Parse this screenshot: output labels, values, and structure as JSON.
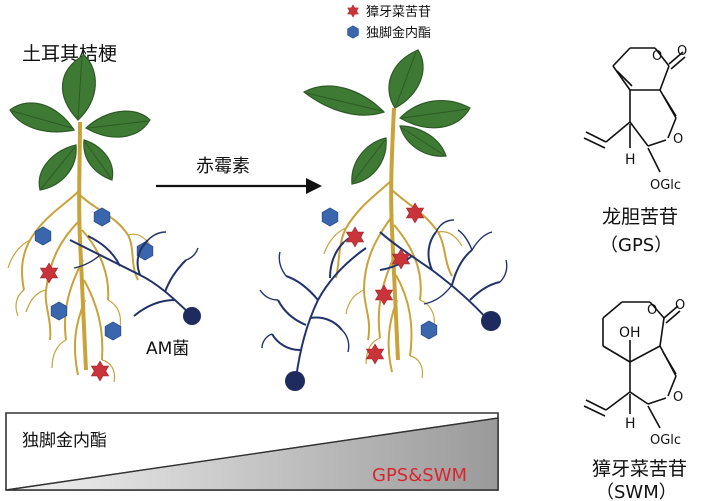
{
  "legend": {
    "swertiamarin_label": "獐牙菜苦苷",
    "kaempferol_label": "独脚金内酯",
    "star_color": "#c9343a",
    "hexagon_color": "#3a66ad"
  },
  "left_plant": {
    "title": "土耳其桔梗"
  },
  "treatment": {
    "arrow_label": "赤霉素"
  },
  "fungus": {
    "label": "AM菌",
    "color": "#1e2b5e"
  },
  "gradient_bar": {
    "top_label": "独脚金内酯",
    "bottom_label": "GPS&SWM",
    "bottom_label_color": "#d9262e"
  },
  "structures": {
    "gps": {
      "h_label": "H",
      "oglc_label": "OGlc",
      "name": "龙胆苦苷",
      "abbr": "（GPS）"
    },
    "swm": {
      "oh_label": "OH",
      "h_label": "H",
      "oglc_label": "OGlc",
      "name": "獐牙菜苦苷",
      "abbr": "（SWM）"
    }
  },
  "colors": {
    "leaf": "#3f7a35",
    "leaf_dark": "#2c5a24",
    "root": "#c9a23a",
    "hypha": "#22336b"
  }
}
